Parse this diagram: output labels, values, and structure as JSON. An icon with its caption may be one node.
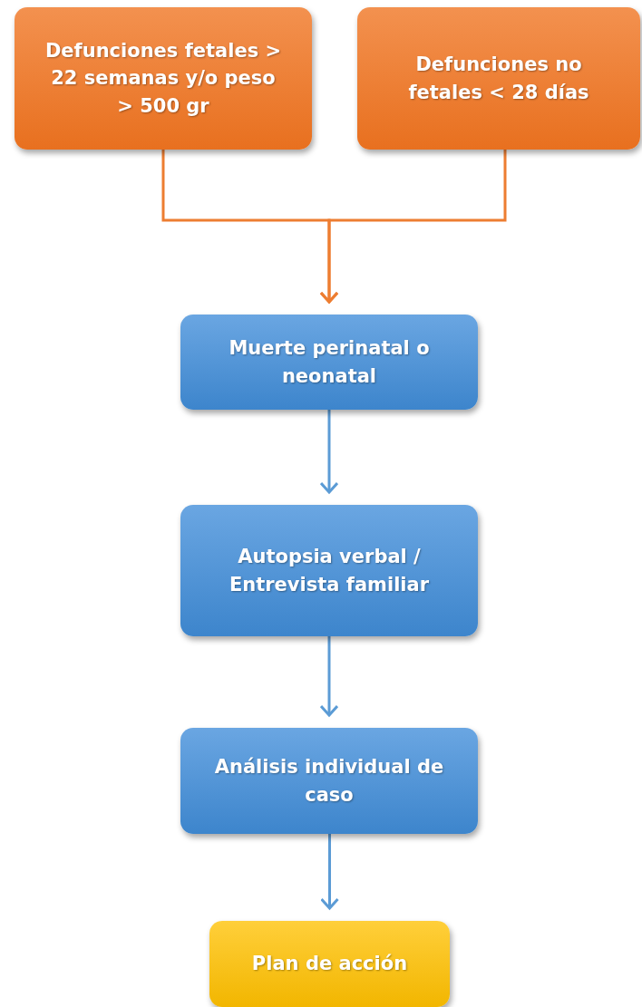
{
  "diagram": {
    "nodes": [
      {
        "text": [
          "Defunciones fetales > 22 semanas y/o peso > 500 gr"
        ]
      },
      {
        "text": [
          "Defunciones no fetales < 28 días"
        ]
      },
      {
        "text": [
          "Muerte perinatal o neonatal"
        ]
      },
      {
        "text": [
          "Autopsia verbal / Entrevista familiar"
        ]
      },
      {
        "text": [
          "Análisis individual de caso"
        ]
      },
      {
        "text": [
          "Plan de acción"
        ]
      }
    ],
    "edges": [
      {
        "from": 0,
        "to": 2,
        "arrow": "to",
        "color": "#ed7d31"
      },
      {
        "from": 1,
        "to": 2,
        "arrow": "to",
        "color": "#ed7d31"
      },
      {
        "from": 2,
        "to": 3,
        "arrow": "to"
      },
      {
        "from": 3,
        "to": 4,
        "arrow": "to"
      },
      {
        "from": 4,
        "to": 5,
        "arrow": "to"
      }
    ]
  }
}
